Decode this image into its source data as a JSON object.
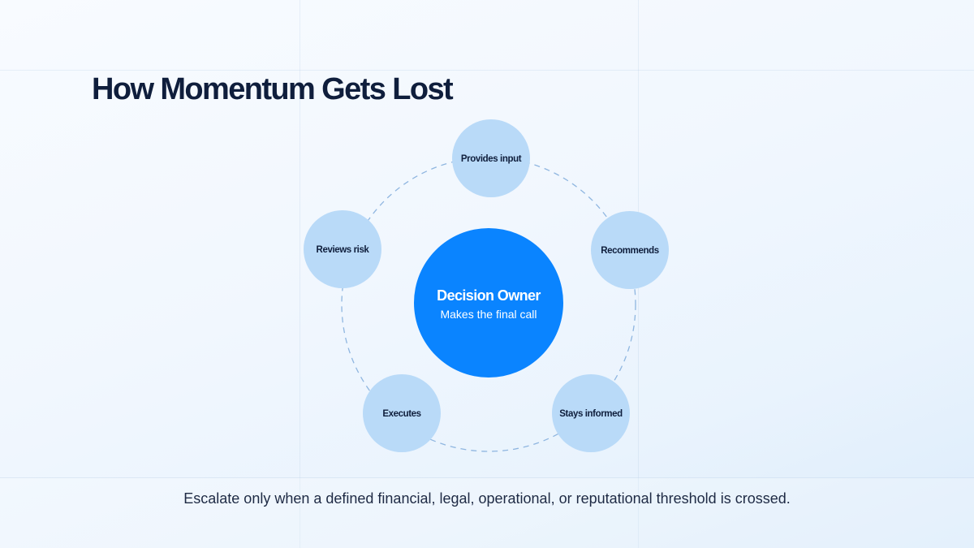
{
  "title": "How Momentum Gets Lost",
  "center": {
    "title": "Decision Owner",
    "subtitle": "Makes the final call"
  },
  "roles": [
    "Provides input",
    "Recommends",
    "Stays informed",
    "Executes",
    "Reviews risk"
  ],
  "footer": "Escalate only when a defined financial, legal, operational, or reputational threshold is crossed.",
  "colors": {
    "accent": "#0a84ff",
    "node_fill": "#b9daf8",
    "ring_dash": "#8fb6e0",
    "title": "#0f1e3c"
  }
}
